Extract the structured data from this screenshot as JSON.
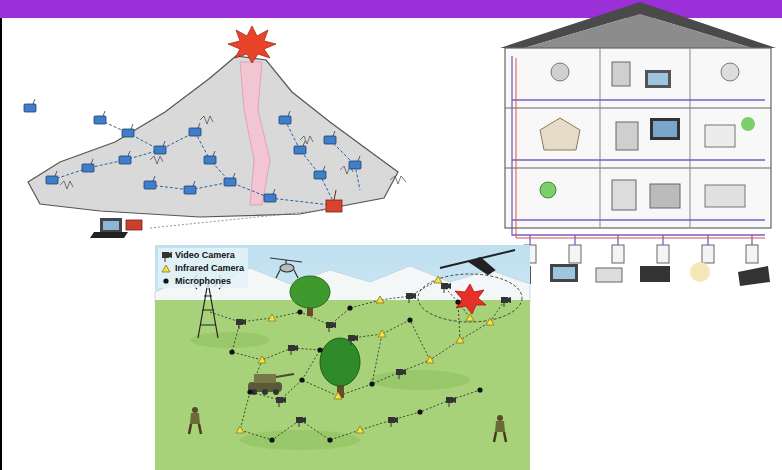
{
  "diagram": {
    "legend": [
      {
        "text": "Video Camera"
      },
      {
        "text": "Infrared Camera"
      },
      {
        "text": "Microphones"
      }
    ]
  }
}
